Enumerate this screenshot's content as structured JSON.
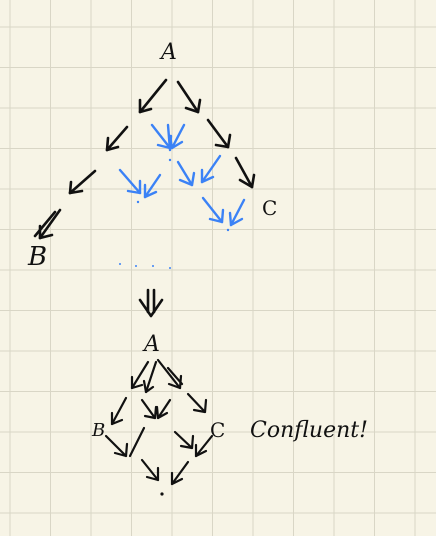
{
  "diagram": {
    "top": {
      "a": "A",
      "b": "B",
      "c": "C"
    },
    "bottom": {
      "a": "A",
      "b": "B",
      "c": "C",
      "note": "Confluent!"
    }
  },
  "colors": {
    "background": "#f7f4e6",
    "grid": "#d9d6c6",
    "ink": "#111111",
    "highlight": "#3b82f6"
  }
}
